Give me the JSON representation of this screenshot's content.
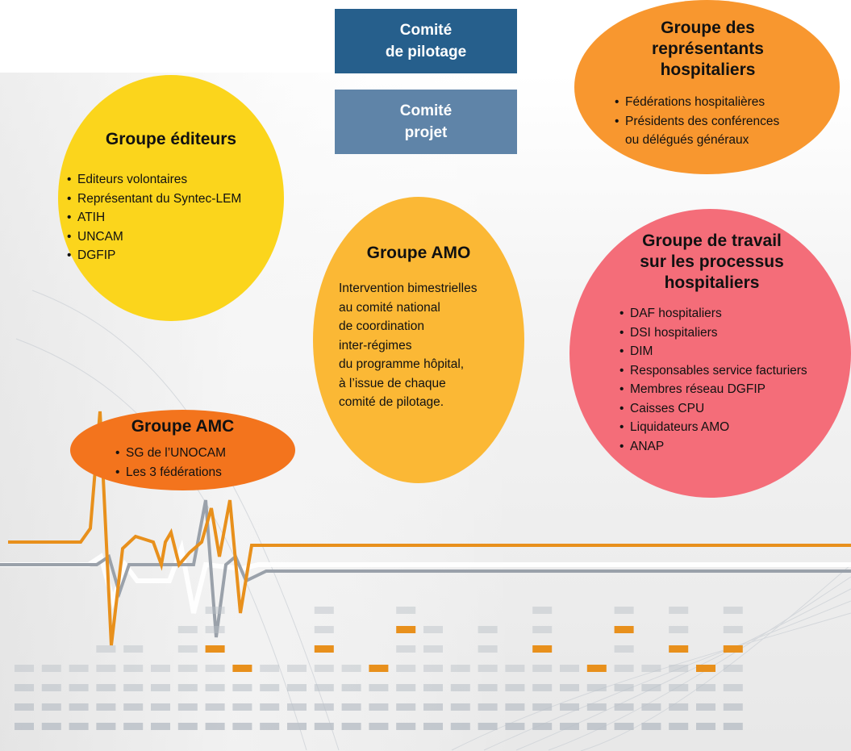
{
  "colors": {
    "steering_box": "#265f8c",
    "project_box": "#5f84a8",
    "editeurs": "#fbd51c",
    "amo": "#fbb835",
    "representants": "#f8972f",
    "travail": "#f46d79",
    "amc": "#f3741d",
    "accent_orange": "#e8901c"
  },
  "comite_pilotage": {
    "lines": [
      "Comité",
      "de pilotage"
    ]
  },
  "comite_projet": {
    "lines": [
      "Comité",
      "projet"
    ]
  },
  "groupe_editeurs": {
    "title": "Groupe éditeurs",
    "items": [
      "Editeurs volontaires",
      "Représentant du Syntec-LEM",
      "ATIH",
      "UNCAM",
      "DGFIP"
    ]
  },
  "groupe_representants": {
    "title_lines": [
      "Groupe des",
      "représentants",
      "hospitaliers"
    ],
    "items": [
      "Fédérations hospitalières",
      "Présidents des conférences"
    ],
    "continuation": "ou délégués généraux"
  },
  "groupe_amo": {
    "title": "Groupe AMO",
    "text_lines": [
      "Intervention bimestrielles",
      "au comité national",
      "de coordination",
      "inter-régimes",
      "du programme hôpital,",
      "à l’issue de chaque",
      "comité de pilotage."
    ]
  },
  "groupe_travail": {
    "title_lines": [
      "Groupe de travail",
      "sur les processus",
      "hospitaliers"
    ],
    "items": [
      "DAF hospitaliers",
      "DSI hospitaliers",
      "DIM",
      "Responsables service facturiers",
      "Membres réseau DGFIP",
      "Caisses CPU",
      "Liquidateurs AMO",
      "ANAP"
    ]
  },
  "groupe_amc": {
    "title": "Groupe AMC",
    "items": [
      "SG de l’UNOCAM",
      "Les 3 fédérations"
    ]
  }
}
